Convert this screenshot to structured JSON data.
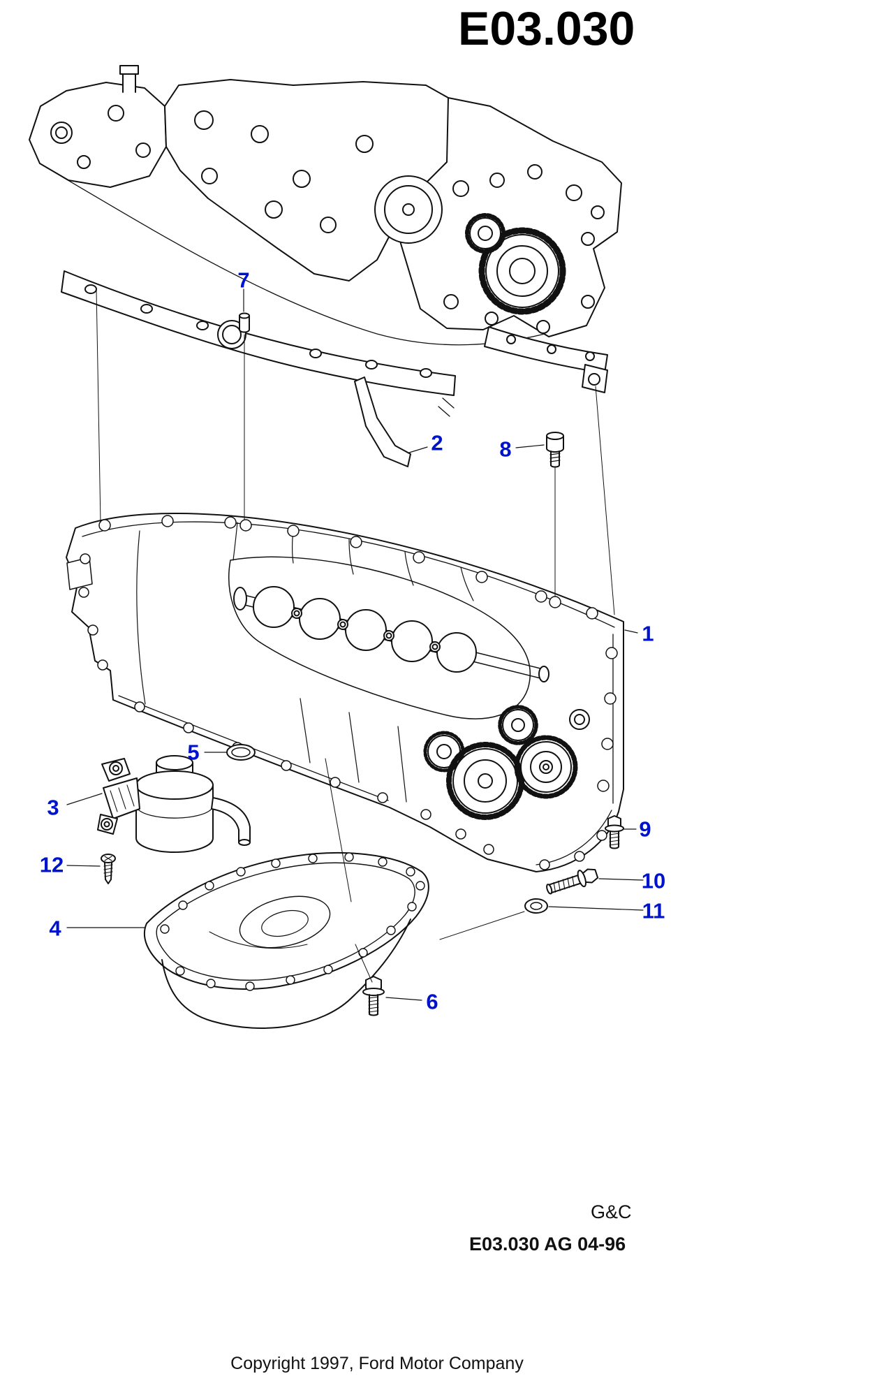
{
  "page": {
    "title": "E03.030",
    "plate_code": "G&C",
    "figure_code": "E03.030 AG 04-96",
    "copyright": "Copyright 1997, Ford Motor Company"
  },
  "colors": {
    "callout": "#0013cc",
    "ink": "#111111",
    "background": "#ffffff"
  },
  "callouts": [
    {
      "num": "7"
    },
    {
      "num": "2"
    },
    {
      "num": "8"
    },
    {
      "num": "1"
    },
    {
      "num": "5"
    },
    {
      "num": "3"
    },
    {
      "num": "12"
    },
    {
      "num": "4"
    },
    {
      "num": "9"
    },
    {
      "num": "10"
    },
    {
      "num": "11"
    },
    {
      "num": "6"
    }
  ]
}
